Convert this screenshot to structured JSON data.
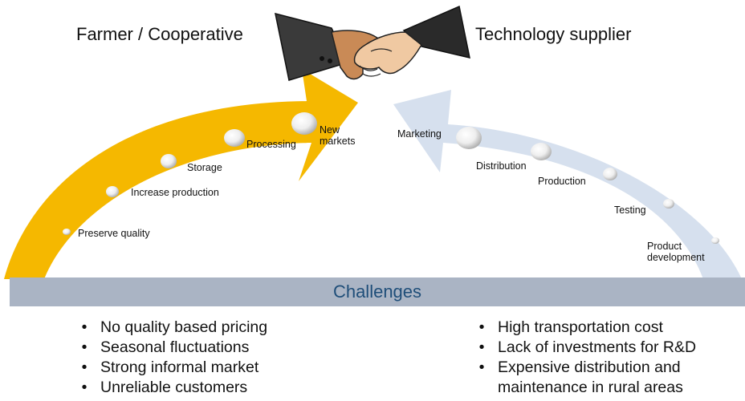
{
  "header": {
    "left_title": "Farmer / Cooperative",
    "right_title": "Technology supplier"
  },
  "left_arrow": {
    "color": "#f5b800",
    "steps": [
      "Preserve quality",
      "Increase production",
      "Storage",
      "Processing",
      "New\nmarkets"
    ]
  },
  "right_arrow": {
    "color": "#d6e0ee",
    "steps": [
      "Marketing",
      "Distribution",
      "Production",
      "Testing",
      "Product\ndevelopment"
    ]
  },
  "challenges": {
    "label": "Challenges",
    "band_color": "#aab4c4",
    "text_color": "#1f4e79",
    "bullet": "•",
    "left": [
      "No quality based pricing",
      "Seasonal fluctuations",
      "Strong informal market",
      "Unreliable customers"
    ],
    "right": [
      "High transportation cost",
      "Lack of investments for R&D",
      "Expensive distribution and",
      "maintenance in rural areas"
    ]
  },
  "icons": [
    "handshake-icon"
  ]
}
